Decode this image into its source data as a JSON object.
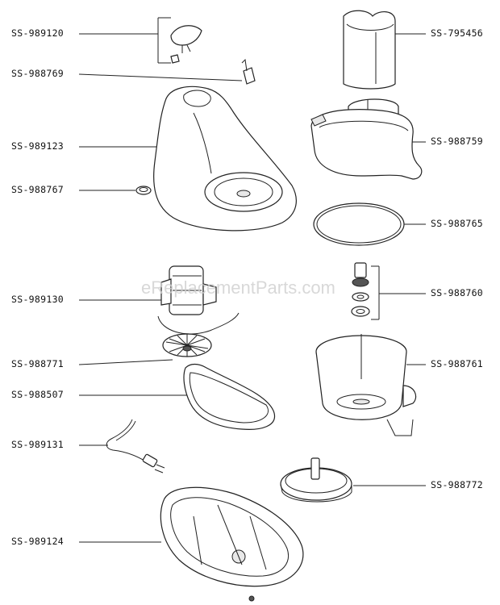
{
  "watermark": "eReplacementParts.com",
  "parts": {
    "ss989120": "SS-989120",
    "ss988769": "SS-988769",
    "ss989123": "SS-989123",
    "ss988767": "SS-988767",
    "ss989130": "SS-989130",
    "ss988771": "SS-988771",
    "ss988507": "SS-988507",
    "ss989131": "SS-989131",
    "ss989124": "SS-989124",
    "ss795456": "SS-795456",
    "ss988759": "SS-988759",
    "ss988765": "SS-988765",
    "ss988760": "SS-988760",
    "ss988761": "SS-988761",
    "ss988772": "SS-988772"
  }
}
